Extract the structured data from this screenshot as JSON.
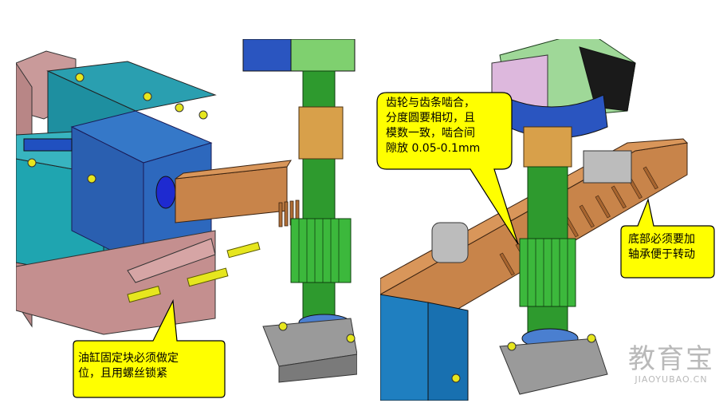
{
  "callouts": {
    "cylinder_block": "油缸固定块必须做定\n位，且用螺丝锁紧",
    "gear_mesh": "齿轮与齿条啮合，\n分度圆要相切，且\n模数一致，啮合间\n隙放 0.05-0.1mm",
    "bearing": "底部必须要加\n轴承便于转动"
  },
  "watermark": {
    "brand": "教育宝",
    "url": "JIAOYUBAO.CN"
  },
  "colors": {
    "callout_fill": "#ffff00",
    "callout_stroke": "#000000",
    "rack": "#c8844a",
    "gear": "#3cb83c",
    "base_blue": "#1e9aa8",
    "pink": "#c99a9a"
  }
}
